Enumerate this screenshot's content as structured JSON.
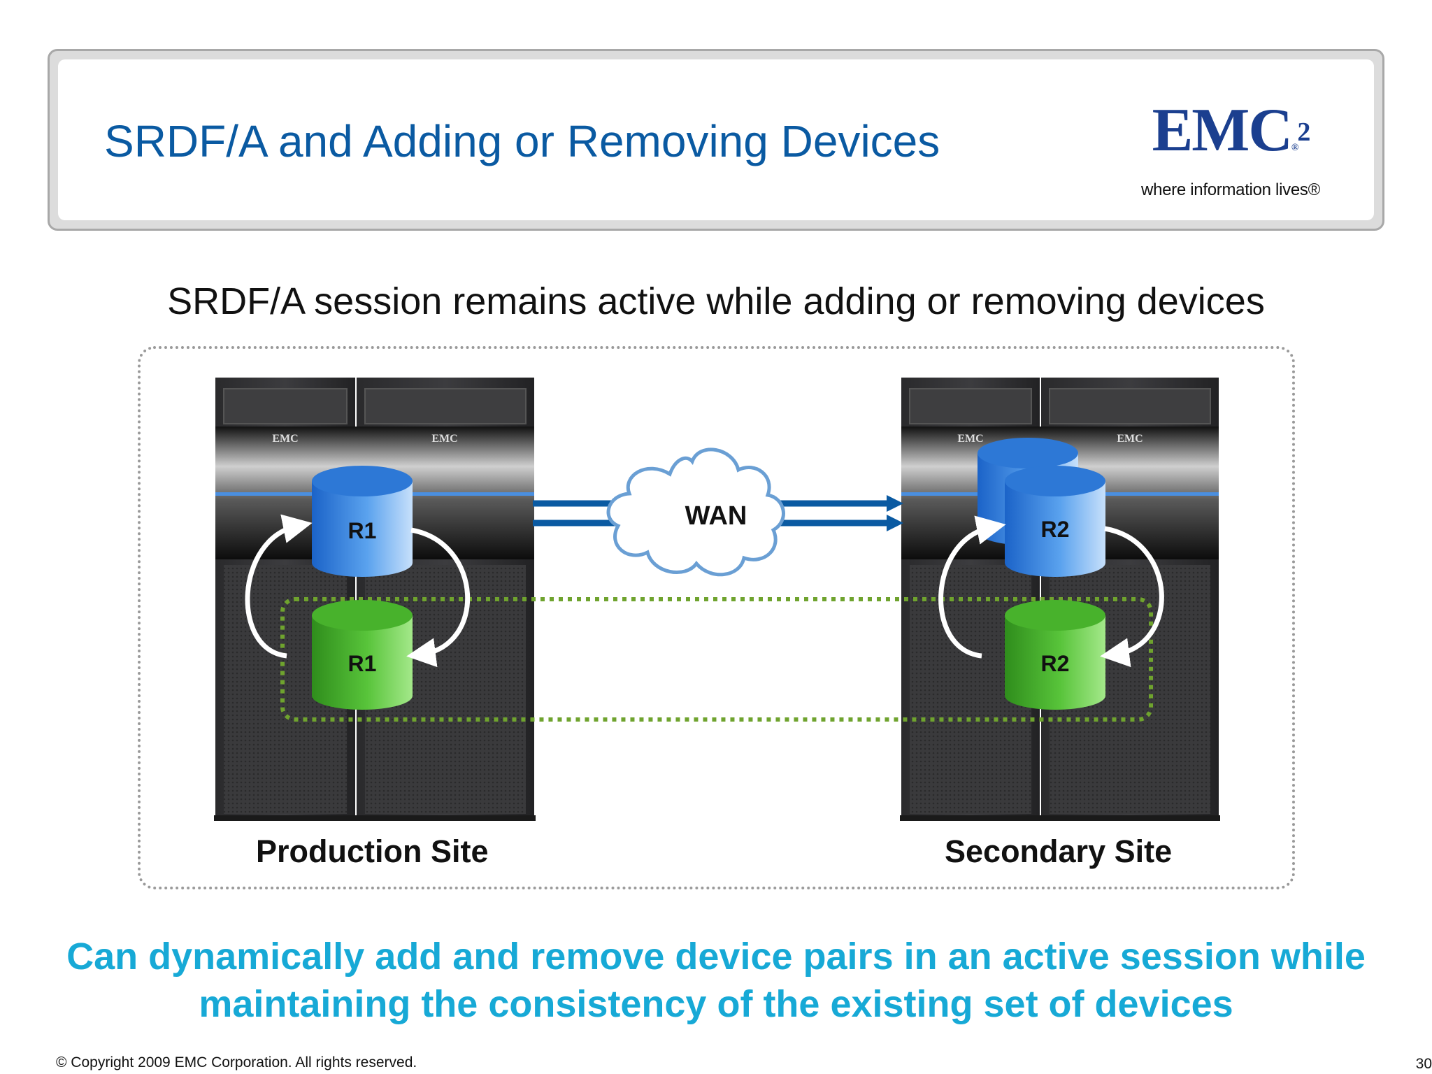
{
  "slide": {
    "title": "SRDF/A and Adding or Removing Devices",
    "subtitle": "SRDF/A session remains active while adding or removing devices",
    "summary_line1": "Can dynamically add and remove device pairs in an active session while",
    "summary_line2": "maintaining the consistency of the existing set of devices",
    "copyright": "© Copyright 2009 EMC Corporation. All rights reserved.",
    "page_number": "30"
  },
  "logo": {
    "brand": "EMC",
    "superscript": "2",
    "tagline": "where information lives®"
  },
  "diagram": {
    "network_label": "WAN",
    "production": {
      "label": "Production Site",
      "cabinet_badge": "EMC",
      "active_device": "R1",
      "added_device": "R1"
    },
    "secondary": {
      "label": "Secondary Site",
      "cabinet_badge": "EMC",
      "active_device": "R2",
      "added_device": "R2"
    }
  },
  "colors": {
    "title": "#0a5aa2",
    "summary": "#17a9d6",
    "active_device": "#3f8fe0",
    "added_device": "#5cc43c",
    "link": "#0a5aa2",
    "dotted_group": "#6fa32e"
  }
}
